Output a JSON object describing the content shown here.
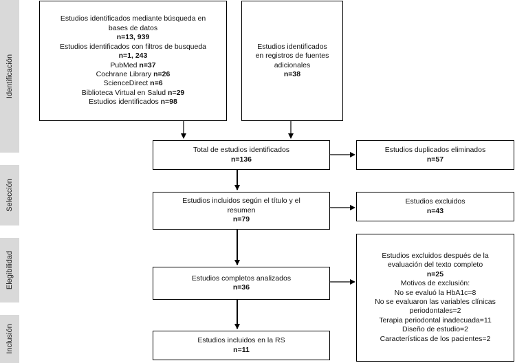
{
  "phases": {
    "identificacion": "Identificación",
    "seleccion": "Selección",
    "elegibilidad": "Elegibilidad",
    "inclusion": "Inclusión"
  },
  "box_databases": {
    "line1": "Estudios identificados mediante búsqueda en",
    "line2": "bases de datos",
    "n1": "n=13, 939",
    "line3": "Estudios identificados con filtros de busqueda",
    "n2": "n=1, 243",
    "pubmed_label": "PubMed",
    "pubmed_n": "n=37",
    "cochrane_label": "Cochrane Library",
    "cochrane_n": "n=26",
    "sciencedirect_label": "ScienceDirect",
    "sciencedirect_n": "n=6",
    "bvs_label": "Biblioteca Virtual en Salud",
    "bvs_n": "n=29",
    "total_label": "Estudios identificados",
    "total_n": "n=98"
  },
  "box_other_sources": {
    "line1": "Estudios identificados",
    "line2": "en registros de fuentes",
    "line3": "adicionales",
    "n": "n=38"
  },
  "box_total": {
    "label": "Total de estudios identificados",
    "n": "n=136"
  },
  "box_duplicates": {
    "label": "Estudios duplicados eliminados",
    "n": "n=57"
  },
  "box_screened": {
    "line1": "Estudios incluidos según el título y el",
    "line2": "resumen",
    "n": "n=79"
  },
  "box_excluded": {
    "label": "Estudios excluidos",
    "n": "n=43"
  },
  "box_fulltext": {
    "label": "Estudios completos analizados",
    "n": "n=36"
  },
  "box_fulltext_excluded": {
    "line1": "Estudios excluidos después de la",
    "line2": "evaluación del texto completo",
    "n": "n=25",
    "reasons_title": "Motivos de exclusión:",
    "reason1": "No se evaluó la HbA1c=8",
    "reason2a": "No se evaluaron las variables clínicas",
    "reason2b": "periodontales=2",
    "reason3": "Terapia periodontal inadecuada=11",
    "reason4": "Diseño de estudio=2",
    "reason5": "Características de los pacientes=2"
  },
  "box_included": {
    "label": "Estudios incluidos en la RS",
    "n": "n=11"
  }
}
